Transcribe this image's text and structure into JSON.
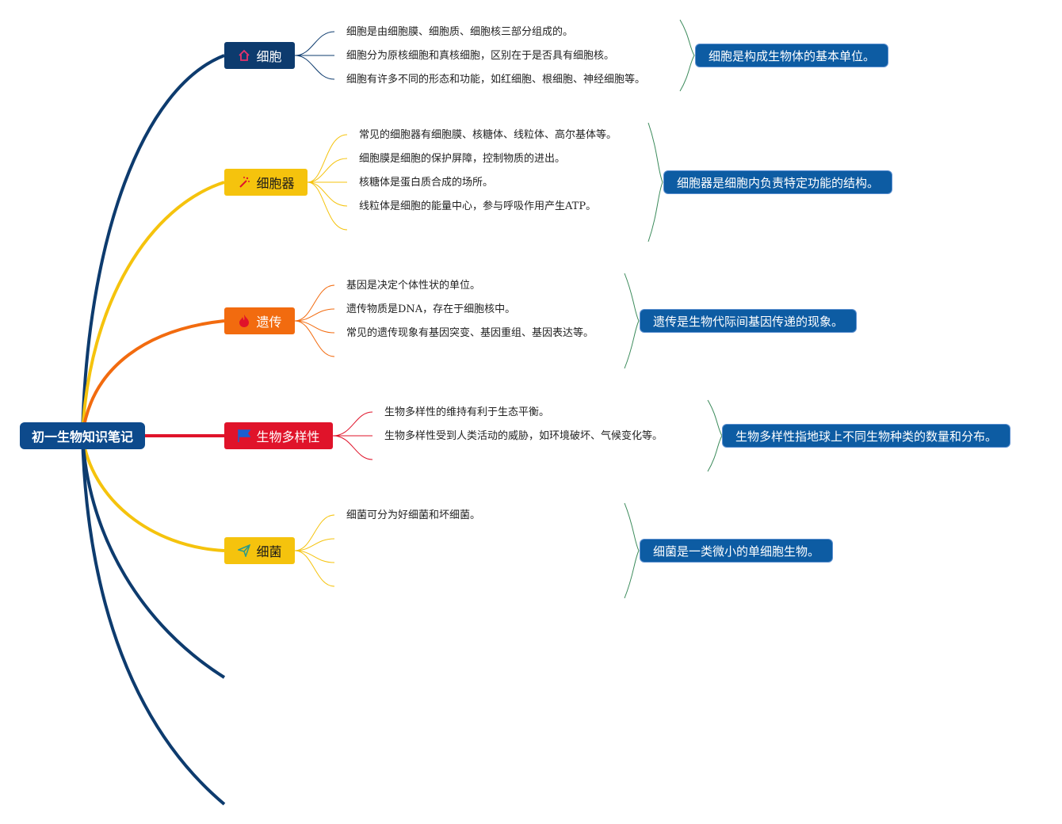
{
  "root": {
    "label": "初一生物知识笔记",
    "color": "#0d4a8c"
  },
  "topics": [
    {
      "id": "cell",
      "label": "细胞",
      "icon": "house-icon",
      "bg": "#0d3b6e",
      "text_color": "#ffffff",
      "line_color": "#0d3b6e",
      "points": [
        "细胞是由细胞膜、细胞质、细胞核三部分组成的。",
        "细胞分为原核细胞和真核细胞，区别在于是否具有细胞核。",
        "细胞有许多不同的形态和功能，如红细胞、根细胞、神经细胞等。"
      ],
      "summary": "细胞是构成生物体的基本单位。"
    },
    {
      "id": "organelle",
      "label": "细胞器",
      "icon": "magic-wand-icon",
      "bg": "#f5c30d",
      "text_color": "#1a1a1a",
      "line_color": "#f5c30d",
      "points": [
        "常见的细胞器有细胞膜、核糖体、线粒体、高尔基体等。",
        "细胞膜是细胞的保护屏障，控制物质的进出。",
        "核糖体是蛋白质合成的场所。",
        "线粒体是细胞的能量中心，参与呼吸作用产生ATP。"
      ],
      "summary": "细胞器是细胞内负责特定功能的结构。"
    },
    {
      "id": "heredity",
      "label": "遗传",
      "icon": "flame-icon",
      "bg": "#f26b0f",
      "text_color": "#ffffff",
      "line_color": "#f26b0f",
      "points": [
        "基因是决定个体性状的单位。",
        "遗传物质是DNA，存在于细胞核中。",
        "常见的遗传现象有基因突变、基因重组、基因表达等。"
      ],
      "summary": "遗传是生物代际间基因传递的现象。"
    },
    {
      "id": "biodiversity",
      "label": "生物多样性",
      "icon": "flag-icon",
      "bg": "#e0132a",
      "text_color": "#ffffff",
      "line_color": "#e0132a",
      "points": [
        "生物多样性的维持有利于生态平衡。",
        "生物多样性受到人类活动的威胁，如环境破坏、气候变化等。"
      ],
      "summary": "生物多样性指地球上不同生物种类的数量和分布。"
    },
    {
      "id": "bacteria",
      "label": "细菌",
      "icon": "paper-plane-icon",
      "bg": "#f5c30d",
      "text_color": "#1a1a1a",
      "line_color": "#f5c30d",
      "points": [
        "细菌可分为好细菌和坏细菌。"
      ],
      "summary": "细菌是一类微小的单细胞生物。"
    }
  ],
  "bracket_color": "#3a8a5a",
  "empty_branch_color": "#0d3b6e"
}
